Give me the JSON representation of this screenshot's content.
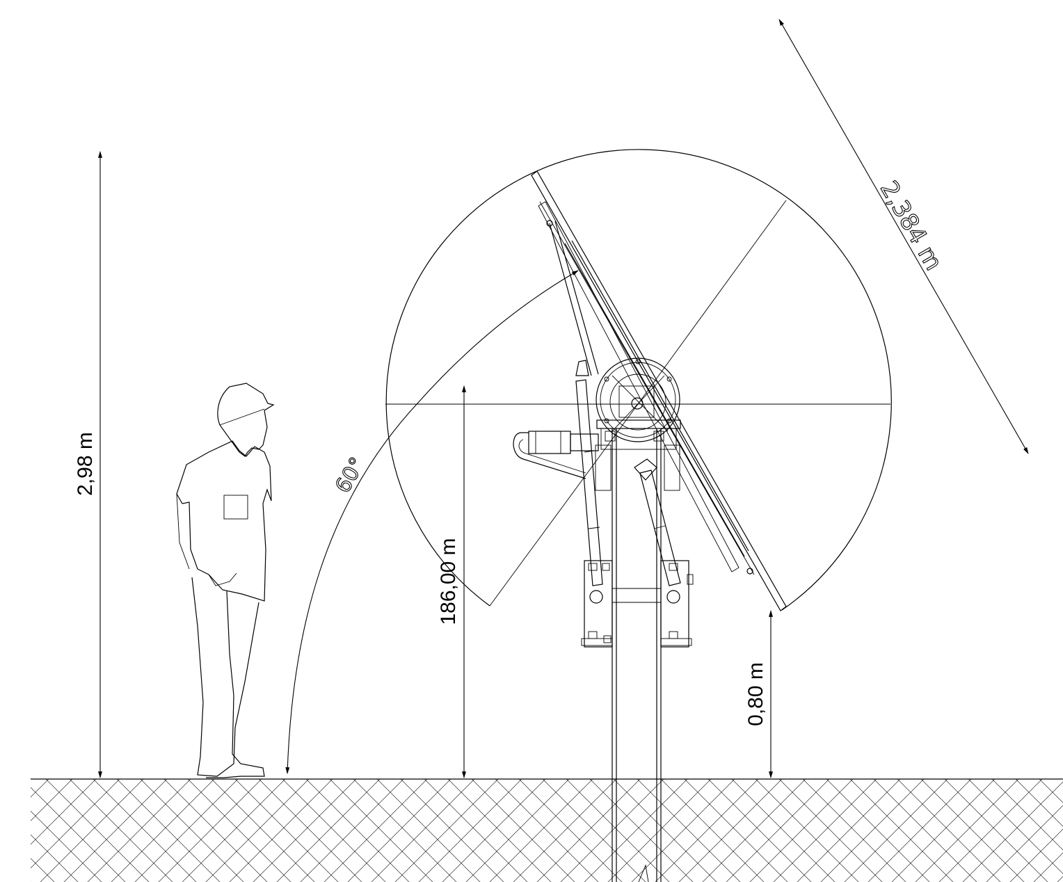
{
  "diagram": {
    "dimensions": {
      "total_height": "2,98 m",
      "pivot_height": "186,00 m",
      "ground_clearance": "0,80 m",
      "panel_length": "2,384 m",
      "tilt_angle": "60°"
    }
  }
}
